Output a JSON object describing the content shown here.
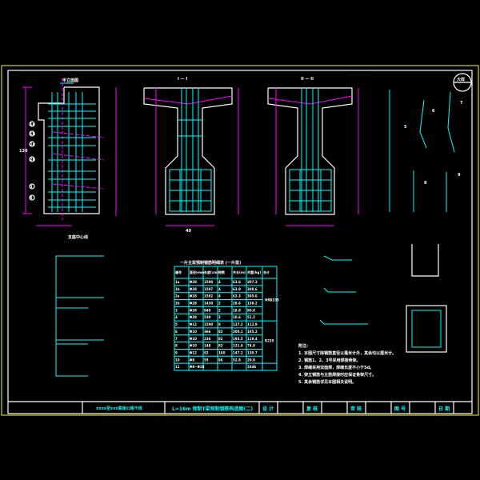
{
  "title_block": {
    "project": "xxxx至xxx高速公路干线",
    "drawing_title": "L=16m 预制T梁预制钢筋构造图(二)",
    "design_label": "设 计",
    "check_label": "复 核",
    "review_label": "审 核",
    "drawing_no_label": "图 号",
    "date_label": "日 期"
  },
  "views": {
    "elevation_label": "半立面图",
    "section1_label": "I — I",
    "section2_label": "II — II",
    "detail_label": "大样",
    "scale_label": "支座中心线",
    "height_dim": "130",
    "width_dim": "40"
  },
  "table": {
    "title": "一片主梁预制钢筋明细表 (一片梁)",
    "headers": [
      "编号",
      "直径(mm)",
      "长度(cm)",
      "根数",
      "共长(m)",
      "共重(kg)",
      "合计"
    ],
    "rows": [
      [
        "1a",
        "Φ28",
        "1590",
        "4",
        "63.6",
        "307.3"
      ],
      [
        "1b",
        "Φ28",
        "1597",
        "4",
        "63.9",
        "308.6"
      ],
      [
        "2a",
        "Φ28",
        "1582",
        "4",
        "63.3",
        "305.6"
      ],
      [
        "2b",
        "Φ28",
        "1430",
        "2",
        "28.6",
        "138.2"
      ],
      [
        "3",
        "Φ28",
        "940",
        "2",
        "18.8",
        "90.8"
      ],
      [
        "4",
        "Φ28",
        "530",
        "2",
        "10.6",
        "51.2"
      ],
      [
        "5",
        "Φ12",
        "1590",
        "8",
        "127.2",
        "112.9"
      ],
      [
        "6",
        "Φ10",
        "366",
        "82",
        "300.1",
        "185.2"
      ],
      [
        "7",
        "Φ10",
        "236",
        "82",
        "193.5",
        "119.4"
      ],
      [
        "8",
        "Φ10",
        "148",
        "82",
        "121.4",
        "74.9"
      ],
      [
        "9",
        "Φ12",
        "92",
        "160",
        "147.2",
        "130.7"
      ],
      [
        "10",
        "Φ8",
        "55",
        "96",
        "52.8",
        "20.9"
      ],
      [
        "11",
        "Φ8~Φ28",
        "",
        "",
        "",
        "1846"
      ]
    ],
    "group_totals": [
      "HRB335",
      "R235"
    ]
  },
  "notes": {
    "heading": "附注:",
    "lines": [
      "1. 本图尺寸除钢筋直径以毫米计外，其余均以厘米计。",
      "2. 钢筋1、2、3号采用焊接骨架。",
      "3. 焊缝采用双面焊，焊缝长度不小于5d。",
      "4. 架立钢筋与主筋焊接时应保证骨架尺寸。",
      "5. 其余钢筋详见本图相关说明。"
    ]
  },
  "bar_labels": [
    "1a",
    "1b",
    "2a",
    "2b",
    "3",
    "4",
    "5",
    "6",
    "7",
    "8",
    "9",
    "10",
    "11"
  ]
}
